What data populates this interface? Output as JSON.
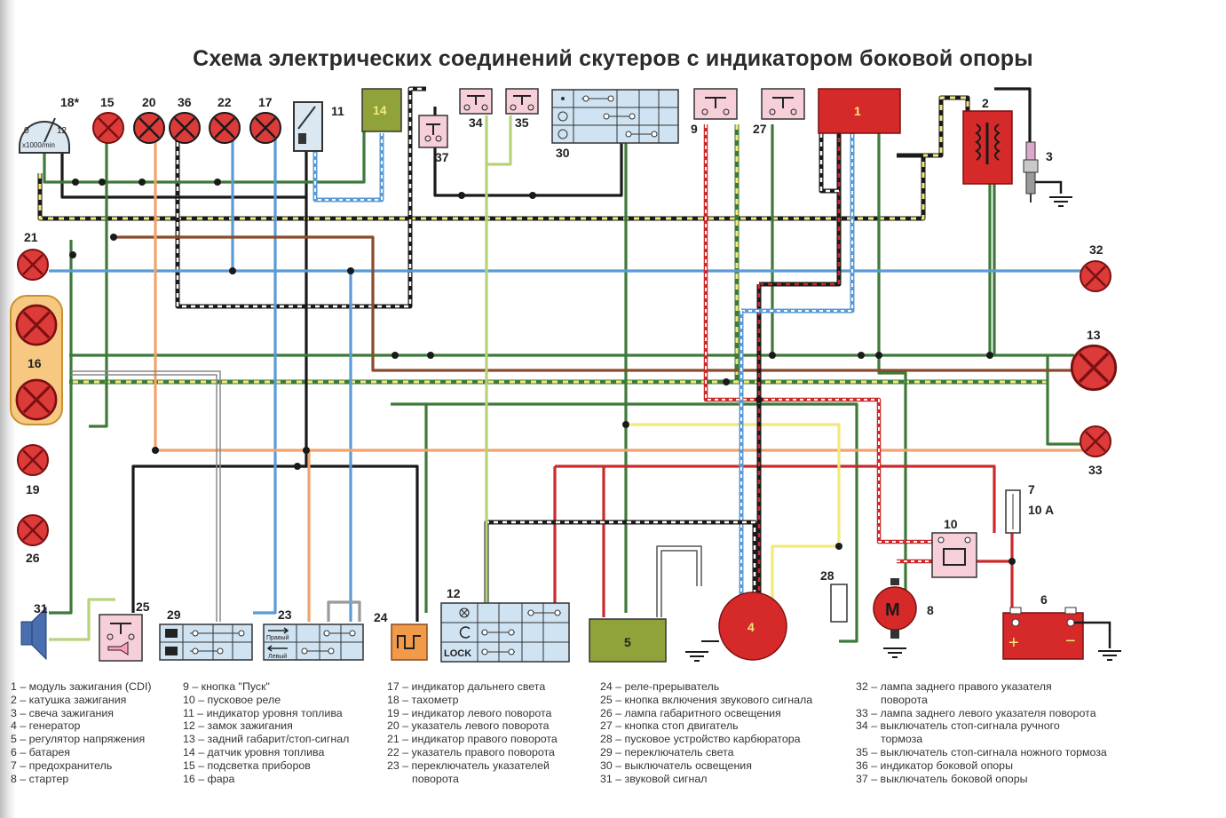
{
  "title": "Схема электрических соединений скутеров с индикатором боковой опоры",
  "colors": {
    "black": "#1a1a1a",
    "green": "#3d7a3a",
    "blue": "#5b9bd5",
    "brown": "#8a4a2b",
    "orange": "#f2a36b",
    "red": "#cc2a2a",
    "yellow": "#f1ea7a",
    "lightgreen": "#b7d37a",
    "gray": "#9a9a9a",
    "lamp": "#dd3a3a",
    "module": "#d62a2a"
  },
  "components": {
    "tacho_label": "18*",
    "tacho_scale_min": "0",
    "tacho_scale_max": "12",
    "tacho_unit": "x1000/min",
    "n15": "15",
    "n20": "20",
    "n36": "36",
    "n22": "22",
    "n17": "17",
    "n11": "11",
    "n14": "14",
    "n37": "37",
    "n34": "34",
    "n35": "35",
    "n30": "30",
    "n9": "9",
    "n27": "27",
    "n1": "1",
    "n2": "2",
    "n3": "3",
    "n21": "21",
    "n16": "16",
    "n19": "19",
    "n26": "26",
    "n31": "31",
    "n25": "25",
    "n29": "29",
    "n23": "23",
    "n24": "24",
    "n12": "12",
    "lock": "LOCK",
    "n5": "5",
    "n4": "4",
    "n28": "28",
    "n10": "10",
    "n8": "8",
    "motor": "M",
    "n6": "6",
    "n7": "7",
    "fuse_rating": "10 A",
    "n32": "32",
    "n13": "13",
    "n33": "33",
    "turn_right": "Правый",
    "turn_left": "Левый",
    "plus": "+",
    "minus": "−"
  },
  "legend": [
    [
      "1 – модуль зажигания (CDI)",
      "2 – катушка зажигания",
      "3 – свеча зажигания",
      "4 – генератор",
      "5 – регулятор напряжения",
      "6 – батарея",
      "7 – предохранитель",
      "8 – стартер"
    ],
    [
      "9 – кнопка \"Пуск\"",
      "10 – пусковое реле",
      "11 – индикатор уровня топлива",
      "12 – замок зажигания",
      "13 – задний габарит/стоп-сигнал",
      "14 – датчик уровня топлива",
      "15 – подсветка приборов",
      "16 – фара"
    ],
    [
      "17 – индикатор дальнего света",
      "18 – тахометр",
      "19 – индикатор левого поворота",
      "20 – указатель левого поворота",
      "21 – индикатор правого поворота",
      "22 – указатель правого поворота",
      "23 – переключатель указателей",
      "поворота"
    ],
    [
      "24 – реле-прерыватель",
      "25 – кнопка включения звукового сигнала",
      "26 – лампа габаритного освещения",
      "27 – кнопка стоп двигатель",
      "28 – пусковое устройство карбюратора",
      "29 – переключатель света",
      "30 – выключатель освещения",
      "31 – звуковой сигнал"
    ],
    [
      "32 – лампа заднего правого указателя",
      "поворота",
      "33 – лампа заднего левого указателя поворота",
      "34 – выключатель стоп-сигнала ручного",
      "тормоза",
      "35 – выключатель стоп-сигнала ножного тормоза",
      "36 – индикатор боковой опоры",
      "37 – выключатель боковой опоры"
    ]
  ]
}
